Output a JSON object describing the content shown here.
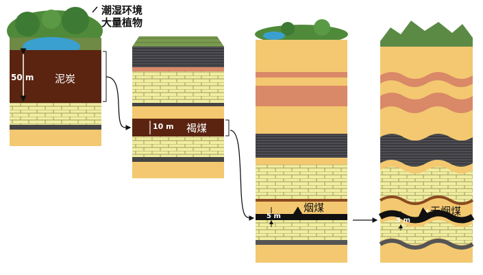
{
  "title_lines": [
    "潮湿环境",
    "大量植物"
  ],
  "stages": [
    {
      "name": "泥炭",
      "thickness": "50 m"
    },
    {
      "name": "褐煤",
      "thickness": "10 m"
    },
    {
      "name": "烟煤",
      "thickness": "5 m"
    },
    {
      "name": "无烟煤",
      "thickness": "5 m"
    }
  ],
  "colors": {
    "peat": "#5a2410",
    "sand": "#f3c870",
    "brick": "#f2eea0",
    "coal": "#111111",
    "salmon": "#d98868",
    "water": "#3aa0d0"
  }
}
